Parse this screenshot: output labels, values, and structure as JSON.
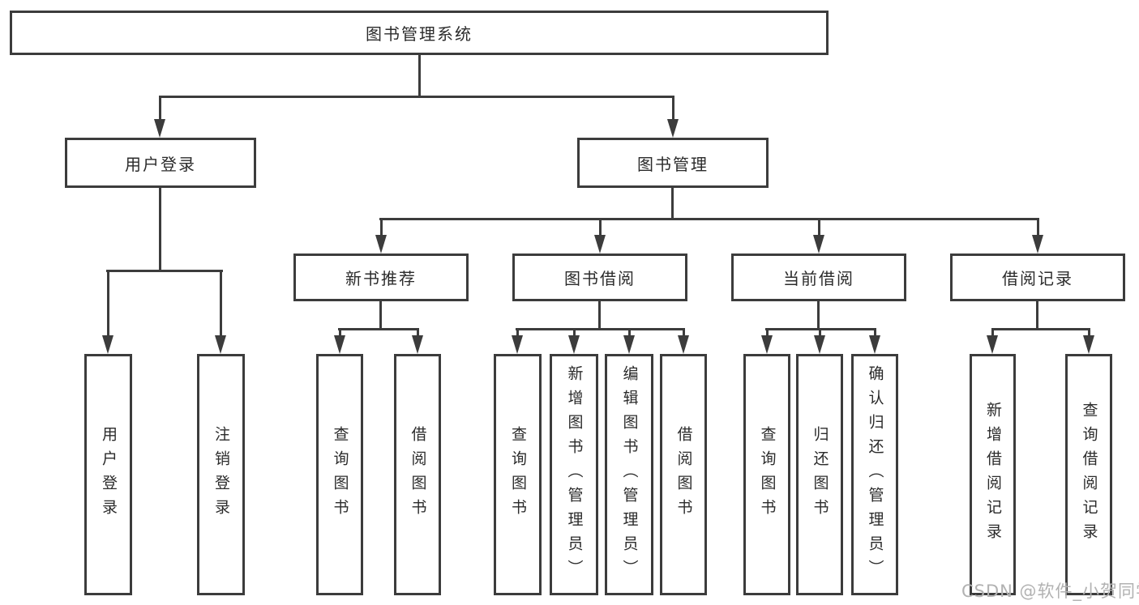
{
  "tree": {
    "label": "图书管理系统",
    "children": [
      {
        "label": "用户登录",
        "children": [
          {
            "label": "用户登录"
          },
          {
            "label": "注销登录"
          }
        ]
      },
      {
        "label": "图书管理",
        "children": [
          {
            "label": "新书推荐",
            "children": [
              {
                "label": "查询图书"
              },
              {
                "label": "借阅图书"
              }
            ]
          },
          {
            "label": "图书借阅",
            "children": [
              {
                "label": "查询图书"
              },
              {
                "label": "新增图书（管理员）"
              },
              {
                "label": "编辑图书（管理员）"
              },
              {
                "label": "借阅图书"
              }
            ]
          },
          {
            "label": "当前借阅",
            "children": [
              {
                "label": "查询图书"
              },
              {
                "label": "归还图书"
              },
              {
                "label": "确认归还（管理员）"
              }
            ]
          },
          {
            "label": "借阅记录",
            "children": [
              {
                "label": "新增借阅记录"
              },
              {
                "label": "查询借阅记录"
              }
            ]
          }
        ]
      }
    ]
  },
  "watermark": "CSDN @软件_小贺同学",
  "colors": {
    "line": "#3c3c3c",
    "border": "#3c3c3c",
    "text": "#2b2b2b",
    "watermark": "#b2b2b2",
    "background": "#ffffff"
  }
}
